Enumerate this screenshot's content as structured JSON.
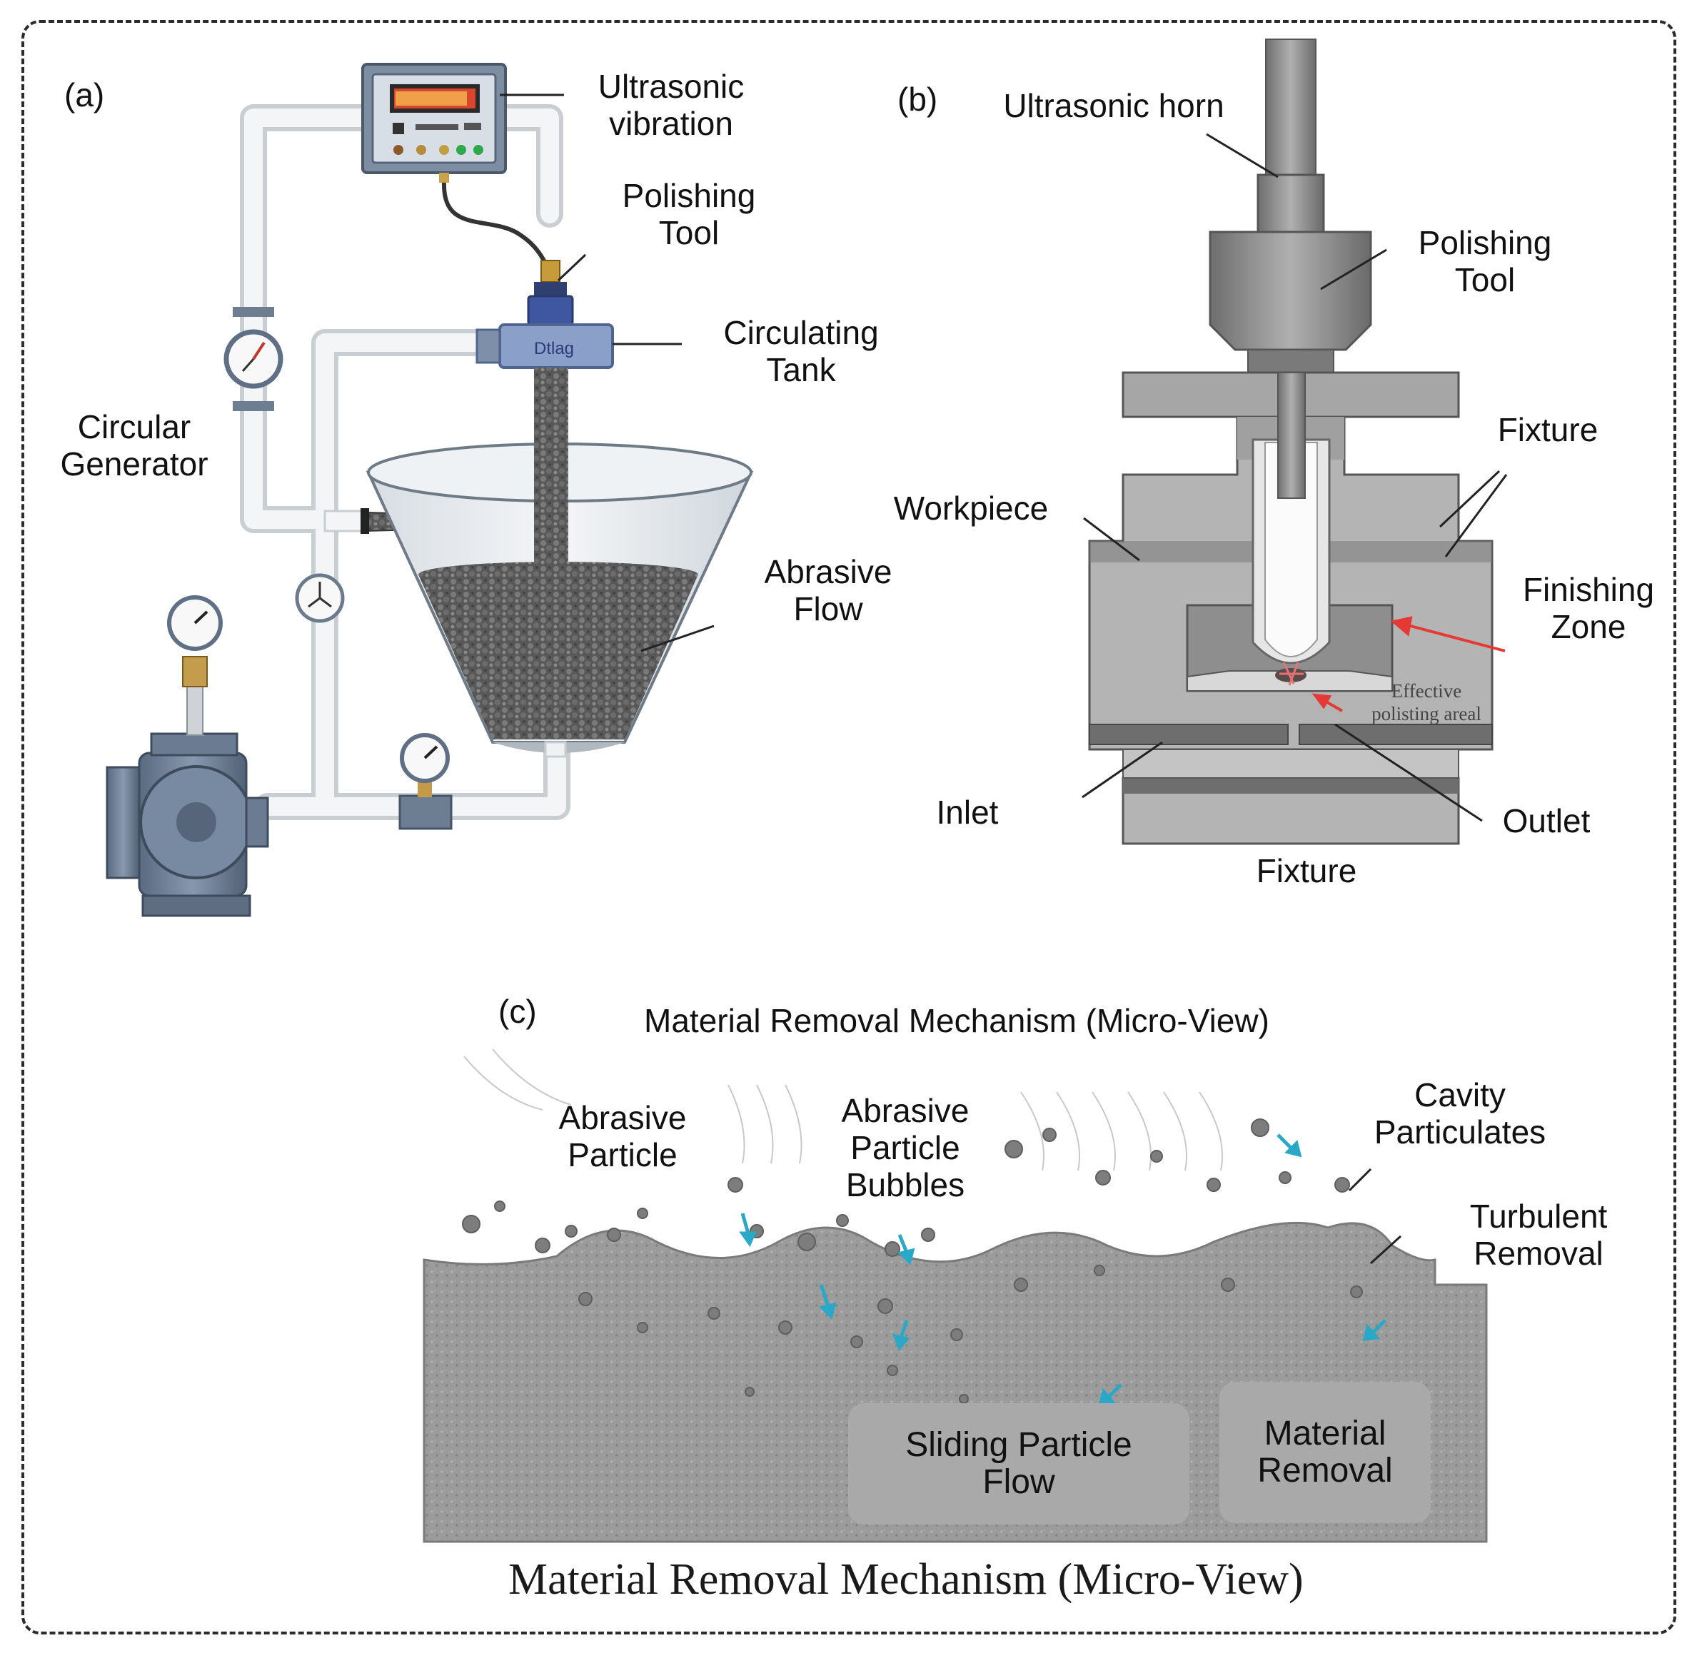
{
  "panel_a": {
    "tag": "(a)",
    "ultrasonic_vibration": "Ultrasonic\nvibration",
    "polishing_tool": "Polishing\nTool",
    "circulating_tank": "Circulating\nTank",
    "circular_generator": "Circular\nGenerator",
    "abrasive_flow": "Abrasive\nFlow"
  },
  "panel_b": {
    "tag": "(b)",
    "ultrasonic_horn": "Ultrasonic horn",
    "polishing_tool": "Polishing\nTool",
    "fixture_top": "Fixture",
    "workpiece": "Workpiece",
    "finishing_zone": "Finishing\nZone",
    "effective_area": "Effective\npolisting areal",
    "inlet": "Inlet",
    "outlet": "Outlet",
    "fixture_bottom": "Fixture"
  },
  "panel_c": {
    "tag": "(c)",
    "title": "Material Removal Mechanism (Micro-View)",
    "abrasive_particle": "Abrasive\nParticle",
    "abrasive_particle_bubbles": "Abrasive\nParticle\nBubbles",
    "cavity_particulates": "Cavity\nParticulates",
    "turbulent_removal": "Turbulent\nRemoval",
    "sliding_particle_flow": "Sliding Particle\nFlow",
    "material_removal": "Material\nRemoval",
    "bottom_title": "Material Removal Mechanism (Micro-View)"
  },
  "colors": {
    "steel_blue": "#6b7b8f",
    "pipe": "#f2f3f4",
    "abrasive": "#5c5c5c",
    "fixture_grey": "#9a9a9a",
    "arrow_red": "#e53935",
    "arrow_cyan": "#29a8c8"
  }
}
